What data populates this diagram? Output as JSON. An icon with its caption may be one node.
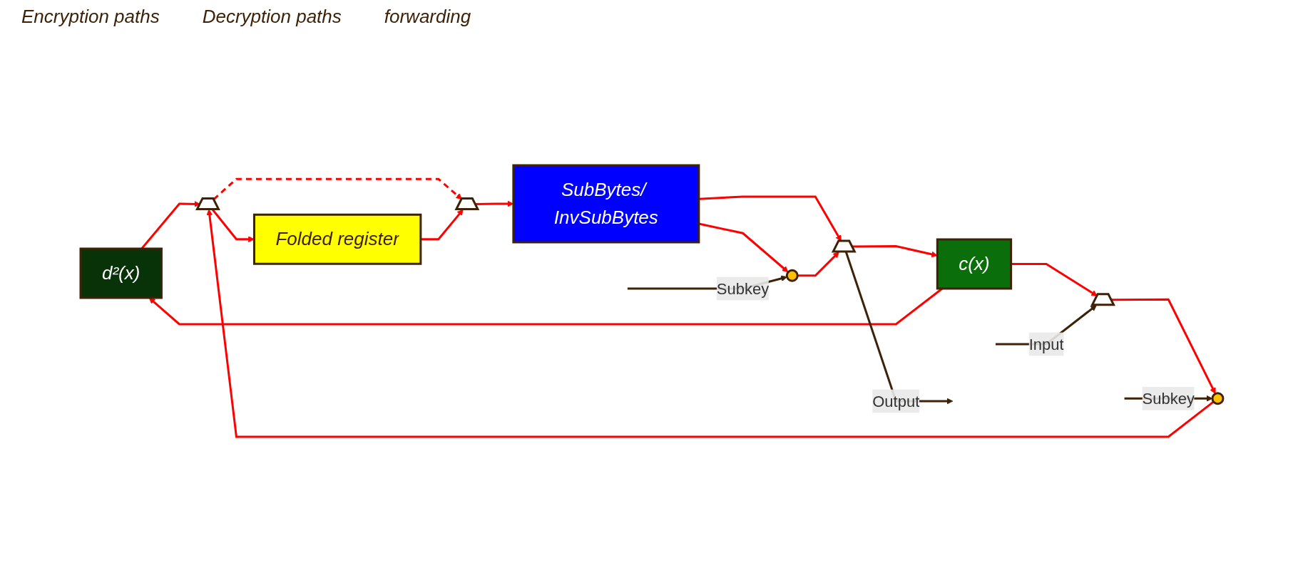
{
  "diagram": {
    "nodes": [
      {
        "text": [
          "d²(x)"
        ]
      },
      {
        "text": [],
        "shape": "trapezoid"
      },
      {
        "text": [],
        "shape": "circle"
      },
      {
        "text": [],
        "shape": "trapezoid"
      },
      {
        "text": [
          "Folded register"
        ]
      },
      {
        "text": [],
        "shape": "trapezoid"
      },
      {
        "text": [
          "SubBytes/ InvSubBytes"
        ]
      },
      {
        "text": [],
        "shape": "circle"
      },
      {
        "text": [],
        "shape": "trapezoid"
      },
      {
        "text": [
          "c(x)"
        ]
      }
    ],
    "edges": [
      {
        "from": 9,
        "to": 0,
        "arrow": "to"
      },
      {
        "from": 9,
        "to": 1,
        "arrow": "to"
      },
      {
        "from": null,
        "to": 1,
        "arrow": "to",
        "label": "Input",
        "color": "#3d2208"
      },
      {
        "from": 1,
        "to": 2,
        "arrow": "to"
      },
      {
        "from": null,
        "to": 2,
        "arrow": "to",
        "label": "Subkey",
        "color": "#3d2208"
      },
      {
        "from": 0,
        "to": 3,
        "arrow": "to"
      },
      {
        "from": 2,
        "to": 3,
        "arrow": "to"
      },
      {
        "from": 3,
        "to": 4,
        "arrow": "to"
      },
      {
        "from": 3,
        "to": 5,
        "arrow": "to",
        "style": "dashed"
      },
      {
        "from": 4,
        "to": 5,
        "arrow": "to"
      },
      {
        "from": 5,
        "to": 6,
        "arrow": "to"
      },
      {
        "from": 6,
        "to": 8,
        "arrow": "to"
      },
      {
        "from": 6,
        "to": 7,
        "arrow": "to"
      },
      {
        "from": null,
        "to": 7,
        "arrow": "to",
        "label": "Subkey",
        "color": "#3d2208"
      },
      {
        "from": 7,
        "to": 8,
        "arrow": "to"
      },
      {
        "from": 8,
        "to": 9,
        "arrow": "to"
      },
      {
        "from": 8,
        "to": null,
        "arrow": "to",
        "label": "Output",
        "color": "#3d2208"
      }
    ],
    "labels": [
      "Encryption paths",
      "Decryption paths",
      "forwarding"
    ]
  }
}
